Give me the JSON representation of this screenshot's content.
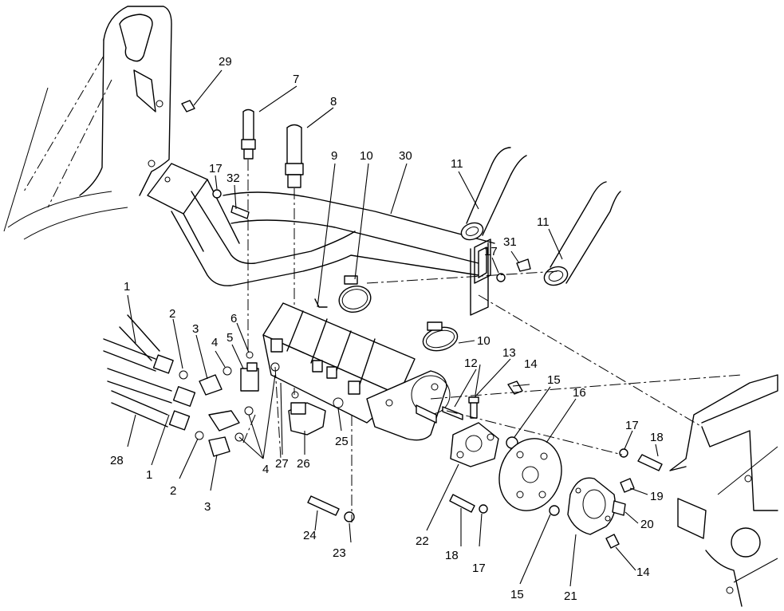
{
  "callouts": [
    {
      "id": "c1a",
      "text": "1"
    },
    {
      "id": "c1b",
      "text": "1"
    },
    {
      "id": "c2a",
      "text": "2"
    },
    {
      "id": "c2b",
      "text": "2"
    },
    {
      "id": "c3a",
      "text": "3"
    },
    {
      "id": "c3b",
      "text": "3"
    },
    {
      "id": "c4a",
      "text": "4"
    },
    {
      "id": "c4b",
      "text": "4"
    },
    {
      "id": "c5",
      "text": "5"
    },
    {
      "id": "c6",
      "text": "6"
    },
    {
      "id": "c7",
      "text": "7"
    },
    {
      "id": "c8",
      "text": "8"
    },
    {
      "id": "c9",
      "text": "9"
    },
    {
      "id": "c10a",
      "text": "10"
    },
    {
      "id": "c10b",
      "text": "10"
    },
    {
      "id": "c11a",
      "text": "11"
    },
    {
      "id": "c11b",
      "text": "11"
    },
    {
      "id": "c12",
      "text": "12"
    },
    {
      "id": "c13",
      "text": "13"
    },
    {
      "id": "c14a",
      "text": "14"
    },
    {
      "id": "c14b",
      "text": "14"
    },
    {
      "id": "c15a",
      "text": "15"
    },
    {
      "id": "c15b",
      "text": "15"
    },
    {
      "id": "c16",
      "text": "16"
    },
    {
      "id": "c17a",
      "text": "17"
    },
    {
      "id": "c17b",
      "text": "17"
    },
    {
      "id": "c17c",
      "text": "17"
    },
    {
      "id": "c17d",
      "text": "17"
    },
    {
      "id": "c18a",
      "text": "18"
    },
    {
      "id": "c18b",
      "text": "18"
    },
    {
      "id": "c19",
      "text": "19"
    },
    {
      "id": "c20",
      "text": "20"
    },
    {
      "id": "c21",
      "text": "21"
    },
    {
      "id": "c22",
      "text": "22"
    },
    {
      "id": "c23",
      "text": "23"
    },
    {
      "id": "c24",
      "text": "24"
    },
    {
      "id": "c25",
      "text": "25"
    },
    {
      "id": "c26",
      "text": "26"
    },
    {
      "id": "c27",
      "text": "27"
    },
    {
      "id": "c28",
      "text": "28"
    },
    {
      "id": "c29",
      "text": "29"
    },
    {
      "id": "c30",
      "text": "30"
    },
    {
      "id": "c31",
      "text": "31"
    },
    {
      "id": "c32",
      "text": "32"
    }
  ]
}
